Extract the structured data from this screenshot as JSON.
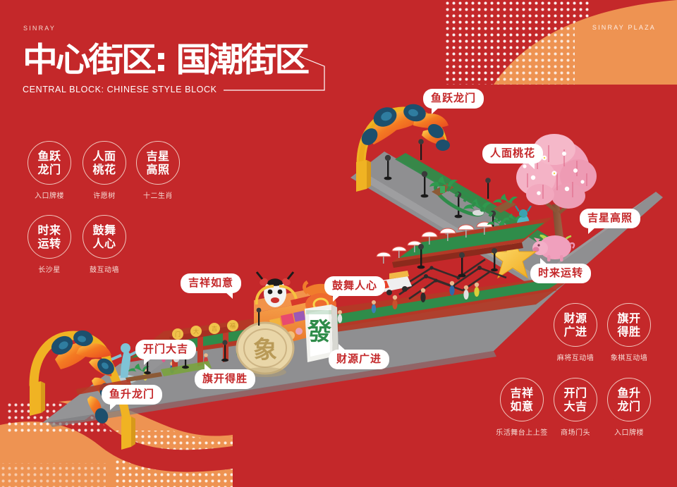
{
  "page": {
    "background_color": "#c4282a",
    "accent_orange": "#ee9352",
    "callout_text_color": "#c4282a"
  },
  "brand": {
    "left": "SINRAY",
    "right": "SINRAY PLAZA"
  },
  "header": {
    "title_cn": "中心街区: 国潮街区",
    "title_en": "CENTRAL BLOCK: CHINESE STYLE BLOCK"
  },
  "badges_left": [
    {
      "line1": "鱼跃",
      "line2": "龙门",
      "sub": "入口牌楼"
    },
    {
      "line1": "人面",
      "line2": "桃花",
      "sub": "许愿树"
    },
    {
      "line1": "吉星",
      "line2": "高照",
      "sub": "十二生肖"
    },
    {
      "line1": "时来",
      "line2": "运转",
      "sub": "长沙星"
    },
    {
      "line1": "鼓舞",
      "line2": "人心",
      "sub": "鼓互动墙"
    }
  ],
  "badges_right": [
    {
      "line1": "财源",
      "line2": "广进",
      "sub": "麻将互动墙"
    },
    {
      "line1": "旗开",
      "line2": "得胜",
      "sub": "象棋互动墙"
    },
    {
      "line1": "吉祥",
      "line2": "如意",
      "sub": "乐活舞台上上签"
    },
    {
      "line1": "开门",
      "line2": "大吉",
      "sub": "商场门头"
    },
    {
      "line1": "鱼升",
      "line2": "龙门",
      "sub": "入口牌楼"
    }
  ],
  "callouts": [
    {
      "id": "yuyuelongmen",
      "label": "鱼跃龙门"
    },
    {
      "id": "renmiantaohua",
      "label": "人面桃花"
    },
    {
      "id": "jixinggaozhao",
      "label": "吉星高照"
    },
    {
      "id": "shilaiyunzhuan",
      "label": "时来运转"
    },
    {
      "id": "guwurenxin",
      "label": "鼓舞人心"
    },
    {
      "id": "jixiangruyi",
      "label": "吉祥如意"
    },
    {
      "id": "caiyuanguangjin",
      "label": "财源广进"
    },
    {
      "id": "qikaideshng",
      "label": "旗开得胜"
    },
    {
      "id": "kaimendaji",
      "label": "开门大吉"
    },
    {
      "id": "yushenglongmen",
      "label": "鱼升龙门"
    }
  ],
  "map_glyphs": {
    "mahjong_tile": "發",
    "chess_coin": "象"
  }
}
